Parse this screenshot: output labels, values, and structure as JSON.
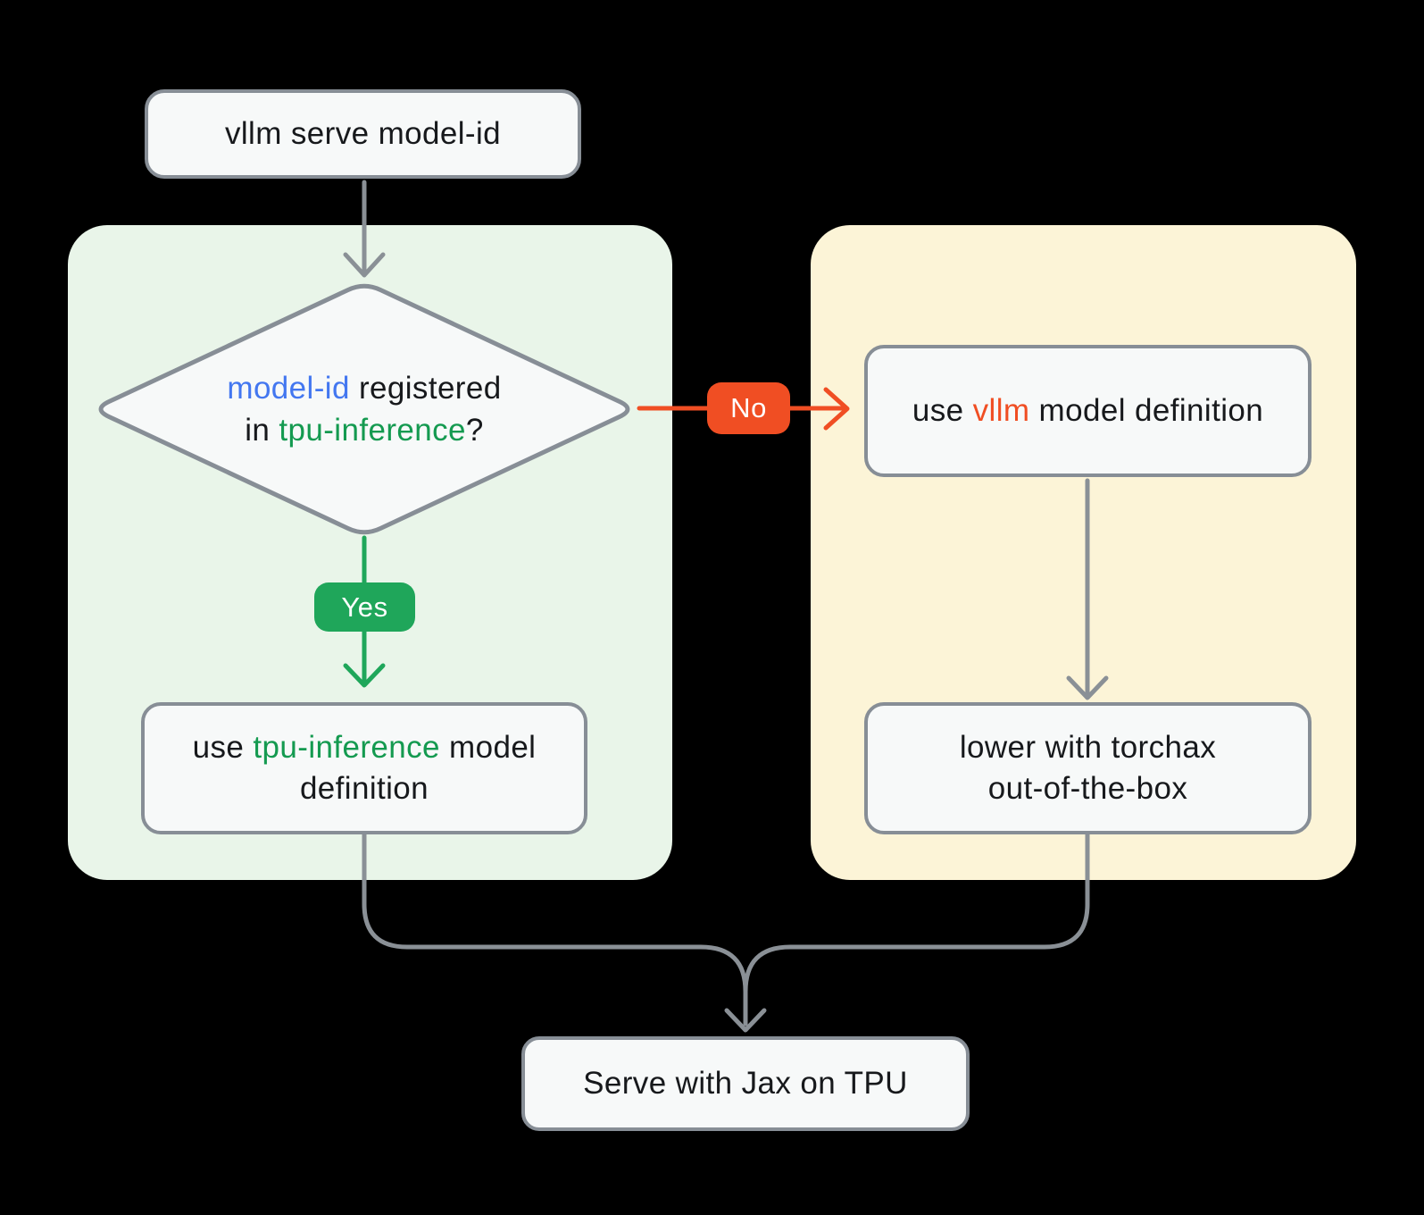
{
  "colors": {
    "background": "#000000",
    "node-fill": "#f7f9f9",
    "node-border": "#878e96",
    "connector": "#8a9096",
    "green-container": "#e9f5e9",
    "yellow-container": "#fcf4d7",
    "green": "#1fa65a",
    "green-text": "#149a50",
    "orange": "#f04e23",
    "blue": "#4377f0",
    "ink": "#17191c",
    "badge-text": "#ffffff"
  },
  "nodes": {
    "start": {
      "label": "vllm serve model-id"
    },
    "decision": {
      "line1_highlight": "model-id",
      "line1_rest": " registered",
      "line2_pre": "in ",
      "line2_highlight": "tpu-inference",
      "line2_post": "?"
    },
    "yes_badge": {
      "label": "Yes"
    },
    "no_badge": {
      "label": "No"
    },
    "tpu_box": {
      "pre": "use ",
      "highlight": "tpu-inference",
      "post": " model definition"
    },
    "vllm_box": {
      "pre": "use ",
      "highlight": "vllm",
      "post": " model definition"
    },
    "torchax_box": {
      "line1": "lower with torchax",
      "line2": "out-of-the-box"
    },
    "serve": {
      "label": "Serve with Jax on TPU"
    }
  }
}
